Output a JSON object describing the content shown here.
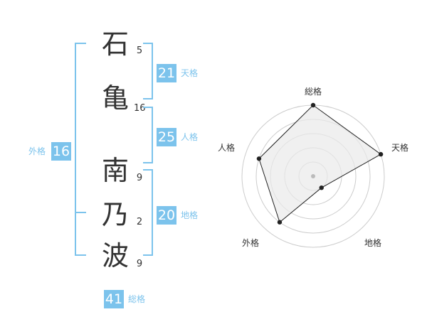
{
  "name": {
    "chars": [
      {
        "char": "石",
        "strokes": "5"
      },
      {
        "char": "亀",
        "strokes": "16"
      },
      {
        "char": "南",
        "strokes": "9"
      },
      {
        "char": "乃",
        "strokes": "2"
      },
      {
        "char": "波",
        "strokes": "9"
      }
    ]
  },
  "kaku": {
    "tenkaku": {
      "value": "21",
      "label": "天格"
    },
    "jinkaku": {
      "value": "25",
      "label": "人格"
    },
    "chikaku": {
      "value": "20",
      "label": "地格"
    },
    "gaikaku": {
      "value": "16",
      "label": "外格"
    },
    "soukaku": {
      "value": "41",
      "label": "総格"
    }
  },
  "radar": {
    "labels": {
      "soukaku": "総格",
      "tenkaku": "天格",
      "chikaku": "地格",
      "gaikaku": "外格",
      "jinkaku": "人格"
    },
    "levels": {
      "soukaku": 5,
      "tenkaku": 5,
      "chikaku": 1,
      "gaikaku": 4,
      "jinkaku": 4
    },
    "max_level": 5,
    "colors": {
      "ring": "#cccccc",
      "fill": "#e9e9e9",
      "outline": "#222222",
      "center": "#bbbbbb"
    }
  }
}
